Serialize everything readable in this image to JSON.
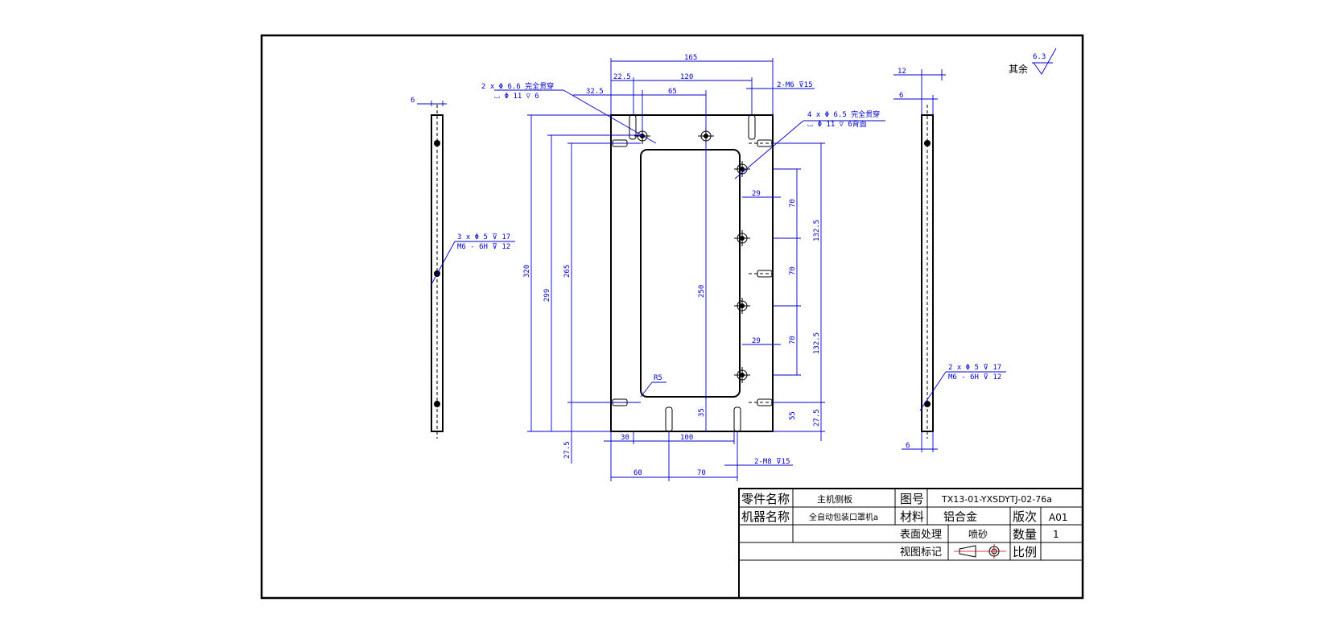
{
  "drawing": {
    "roughness": {
      "value": "6.3",
      "label": "其余"
    },
    "left_view": {
      "width_dim": "6",
      "thread_callout_1": "3 x  Φ 5  ⊽ 17",
      "thread_callout_2": "M6 - 6H  ⊽ 12"
    },
    "front_view": {
      "dims": {
        "overall_width": "165",
        "d120": "120",
        "d22_5": "22.5",
        "d65": "65",
        "d32_5": "32.5",
        "overall_height": "320",
        "d299": "299",
        "d265": "265",
        "d250": "250",
        "d27_5_bottom": "27.5",
        "d30": "30",
        "d100": "100",
        "d35": "35",
        "d60": "60",
        "d70_bottom": "70",
        "d29_a": "29",
        "d29_b": "29",
        "d70_a": "70",
        "d70_b": "70",
        "d70_c": "70",
        "d132_5_a": "132.5",
        "d132_5_b": "132.5",
        "d55": "55",
        "d27_5_right": "27.5",
        "r5": "R5"
      },
      "callout_2x66_1": "2 x  Φ 6.6  完全贯穿",
      "callout_2x66_2": "⌴ Φ 11  ⊽ 6",
      "callout_4x65_1": "4 x  Φ 6.5  完全贯穿",
      "callout_4x65_2": "⌴ Φ 11  ⊽ 6背面",
      "callout_m6": "2-M6 ⊽15",
      "callout_m8": "2-M8 ⊽15"
    },
    "right_view": {
      "dim_12": "12",
      "dim_6_top": "6",
      "dim_6_bottom": "6",
      "thread_callout_1": "2 x  Φ 5  ⊽ 17",
      "thread_callout_2": "M6 - 6H  ⊽ 12"
    }
  },
  "title_block": {
    "part_name_label": "零件名称",
    "part_name": "主机侧板",
    "drawing_no_label": "图号",
    "drawing_no": "TX13-01-YXSDYTJ-02-76a",
    "machine_name_label": "机器名称",
    "machine_name": "全自动包装口罩机a",
    "material_label": "材料",
    "material": "铝合金",
    "revision_label": "版次",
    "revision": "A01",
    "surface_label": "表面处理",
    "surface": "喷砂",
    "quantity_label": "数量",
    "quantity": "1",
    "view_mark_label": "视图标记",
    "scale_label": "比例",
    "scale": ""
  }
}
